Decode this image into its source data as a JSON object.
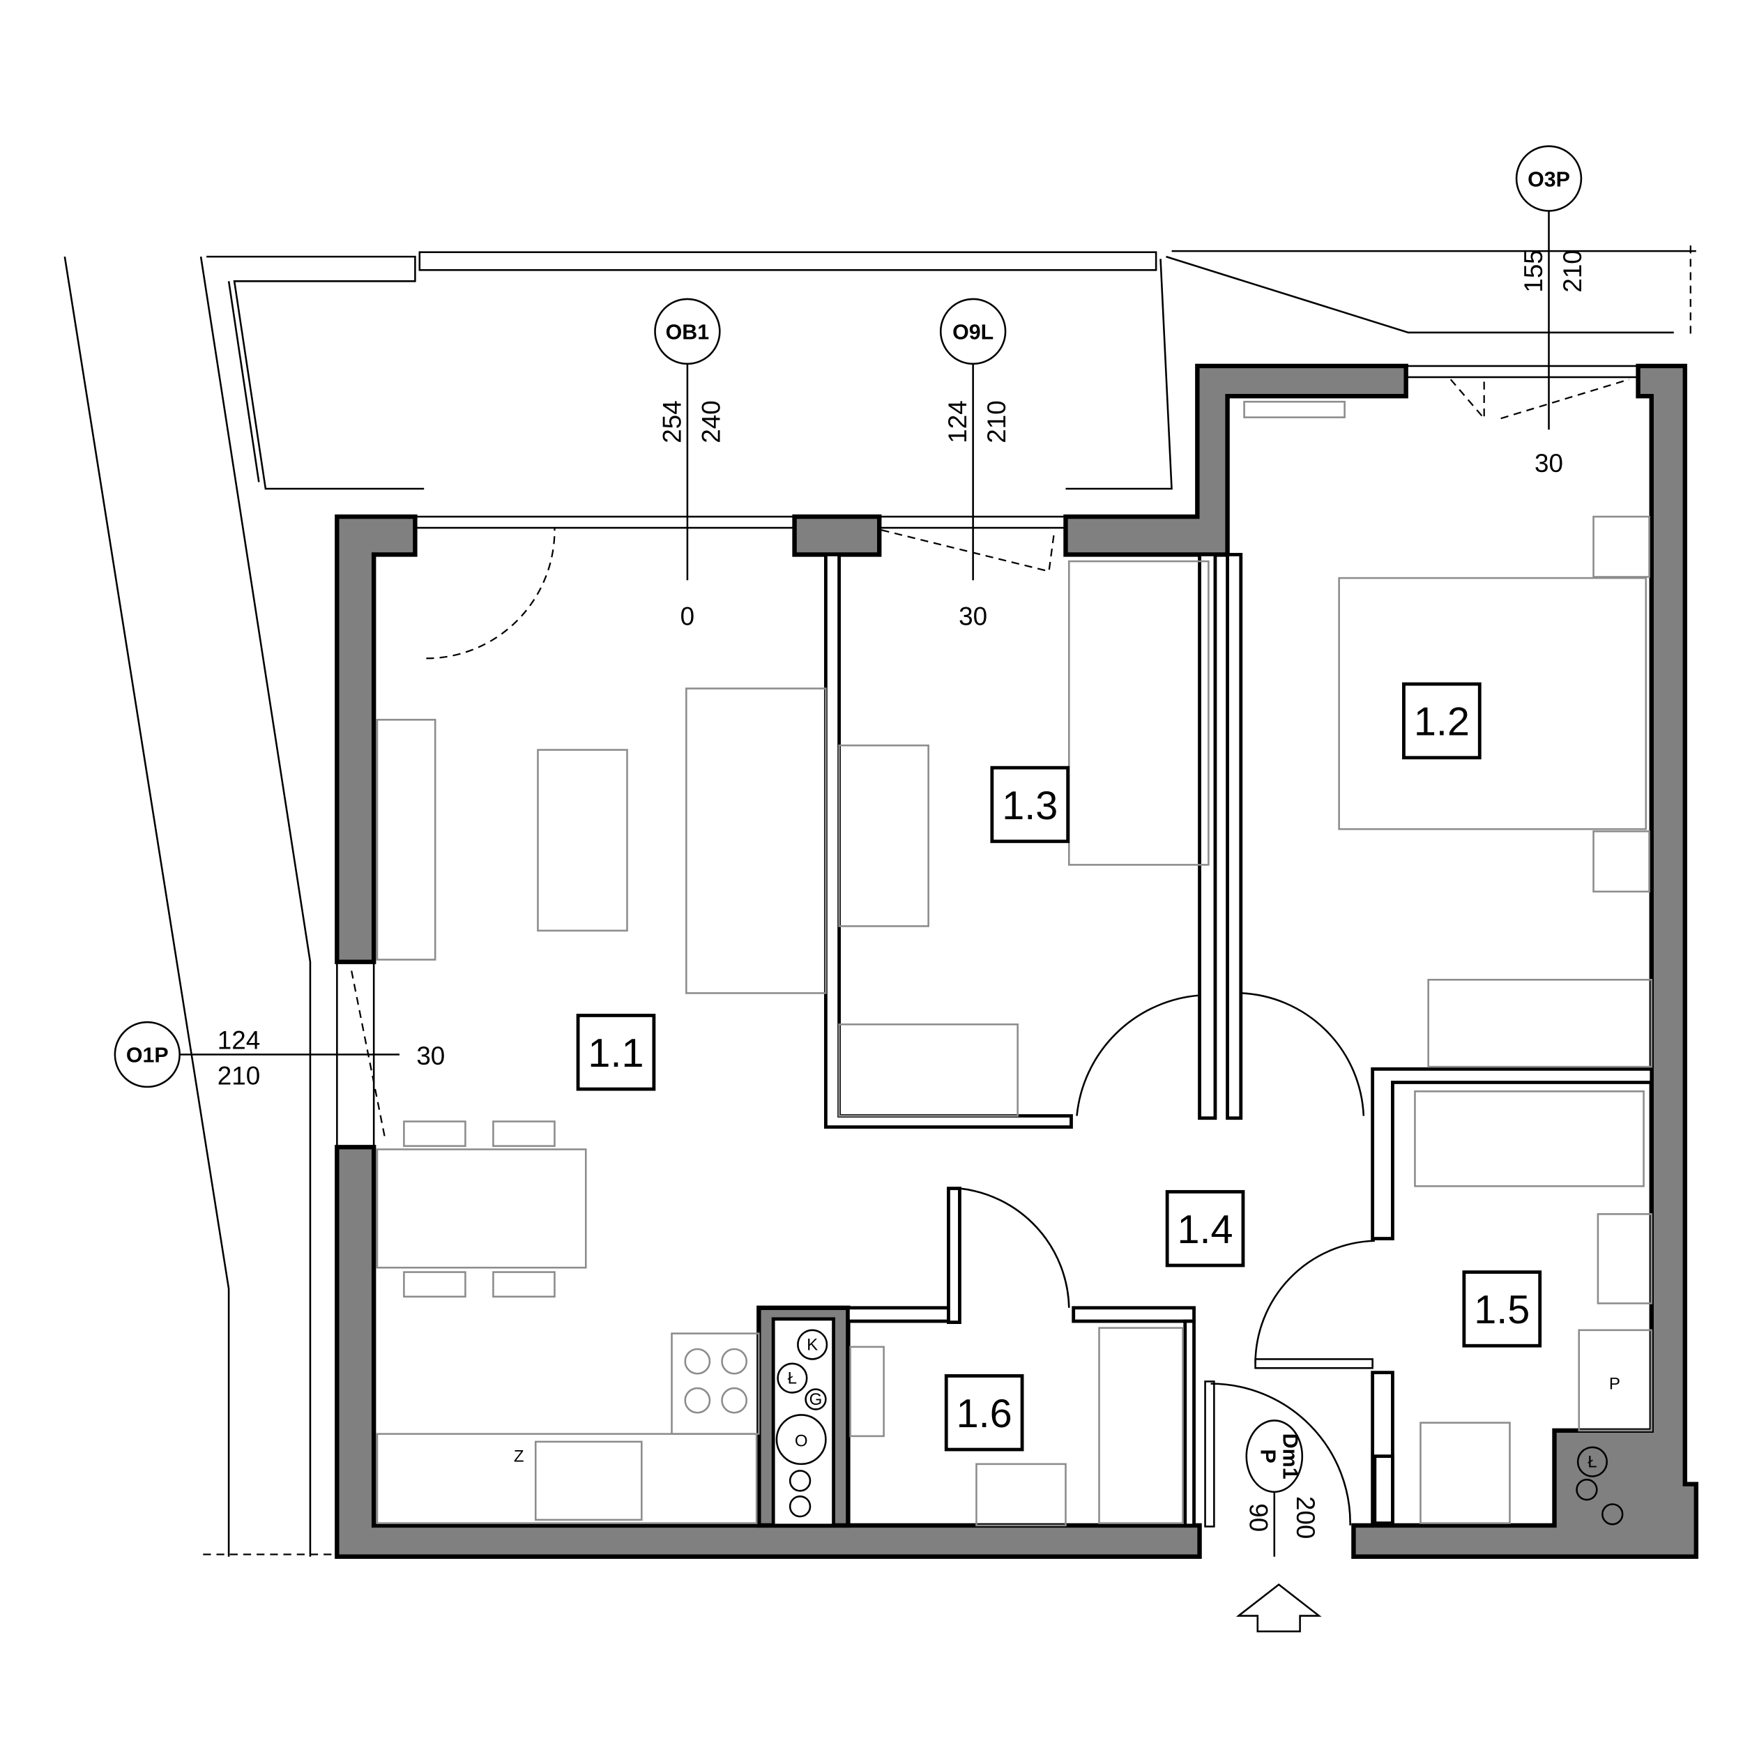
{
  "rooms": [
    {
      "id": "1.1"
    },
    {
      "id": "1.2"
    },
    {
      "id": "1.3"
    },
    {
      "id": "1.4"
    },
    {
      "id": "1.5"
    },
    {
      "id": "1.6"
    }
  ],
  "openings": {
    "ob1": {
      "tag": "OB1",
      "dim_a": "254",
      "dim_b": "240",
      "sill": "0"
    },
    "o9l": {
      "tag": "O9L",
      "dim_a": "124",
      "dim_b": "210",
      "sill": "30"
    },
    "o3p": {
      "tag": "O3P",
      "dim_a": "155",
      "dim_b": "210",
      "sill": "30"
    },
    "o1p": {
      "tag": "O1P",
      "dim_a": "124",
      "dim_b": "210",
      "sill": "30"
    },
    "dm1": {
      "tag": "Dm1",
      "sub": "P",
      "dim_a": "90",
      "dim_b": "200"
    }
  },
  "shaft_symbols": {
    "k": "K",
    "l": "Ł",
    "g": "G",
    "o": "O"
  },
  "fixture_symbols": {
    "washer": "P",
    "fridge": "Z",
    "boiler": "Ł"
  },
  "colors": {
    "wall_fill": "#808080",
    "furniture": "#8c8c8c"
  }
}
